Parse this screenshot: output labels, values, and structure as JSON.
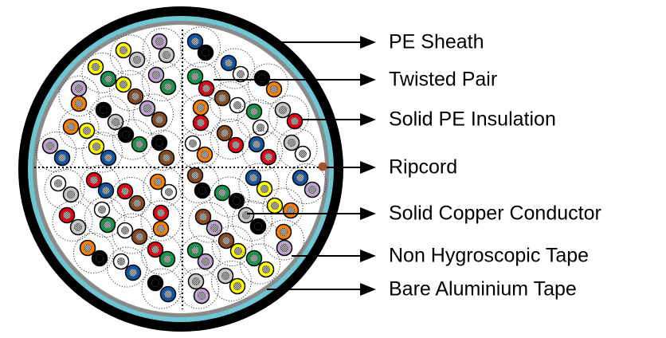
{
  "diagram": {
    "labels": [
      "PE Sheath",
      "Twisted Pair",
      "Solid PE Insulation",
      "Ripcord",
      "Solid Copper Conductor",
      "Non Hygroscopic Tape",
      "Bare Aluminium Tape"
    ]
  },
  "colors": {
    "sheath": "#000000",
    "non_hygroscopic_tape": "#6fc6d3",
    "aluminium_tape": "#8a8a8a",
    "ripcord": "#a0522d",
    "insulation": {
      "yellow": "#ffff00",
      "green": "#10994a",
      "purple": "#bfa3cf",
      "orange": "#ff8000",
      "brown": "#8b4a1e",
      "red": "#e60012",
      "blue": "#0b56a8",
      "gray": "#c8c8c8",
      "white": "#ffffff",
      "black": "#000000"
    }
  }
}
